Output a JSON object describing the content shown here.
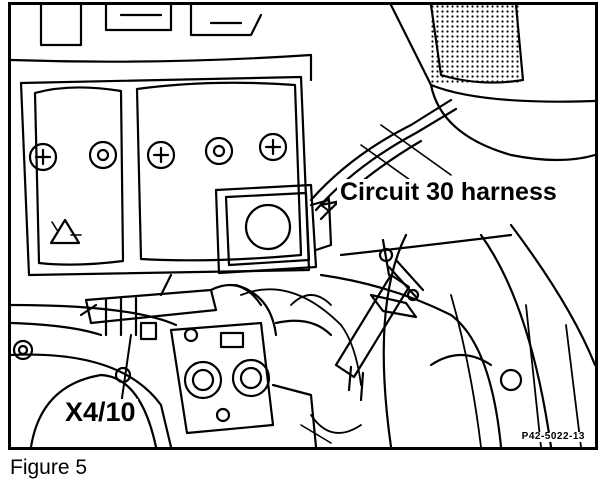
{
  "labels": {
    "circuit": "Circuit 30 harness",
    "connector": "X4/10",
    "reference": "P42-5022-13"
  },
  "caption": "Figure 5",
  "colors": {
    "ink": "#000000",
    "paper": "#ffffff"
  }
}
